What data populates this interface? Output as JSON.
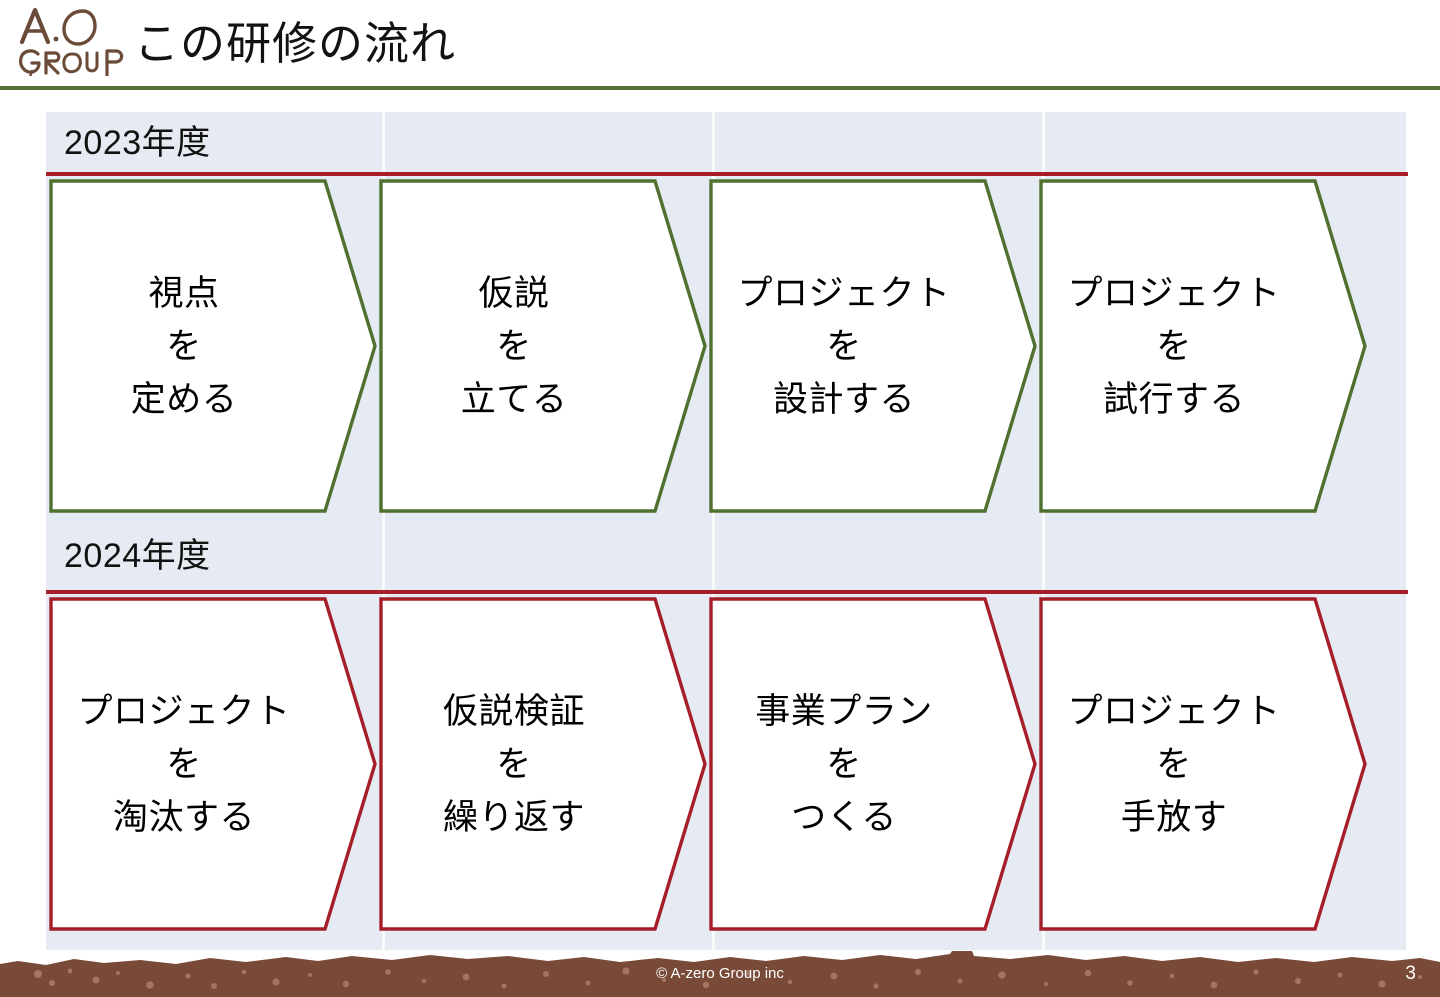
{
  "header": {
    "logo": {
      "line1": "A O",
      "line2": "GROUP",
      "color": "#6b4a38"
    },
    "title": "この研修の流れ",
    "rule_color": "#4f702f"
  },
  "panel": {
    "background": "#e6eaf3",
    "rows": [
      {
        "year_label": "2023年度",
        "accent": "#4f702f",
        "rule_color": "#a61e29",
        "steps": [
          {
            "lines": [
              "視点",
              "を",
              "定める"
            ]
          },
          {
            "lines": [
              "仮説",
              "を",
              "立てる"
            ]
          },
          {
            "lines": [
              "プロジェクト",
              "を",
              "設計する"
            ]
          },
          {
            "lines": [
              "プロジェクト",
              "を",
              "試行する"
            ]
          }
        ]
      },
      {
        "year_label": "2024年度",
        "accent": "#a61e29",
        "rule_color": "#a61e29",
        "steps": [
          {
            "lines": [
              "プロジェクト",
              "を",
              "淘汰する"
            ]
          },
          {
            "lines": [
              "仮説検証",
              "を",
              "繰り返す"
            ]
          },
          {
            "lines": [
              "事業プラン",
              "を",
              "つくる"
            ]
          },
          {
            "lines": [
              "プロジェクト",
              "を",
              "手放す"
            ]
          }
        ]
      }
    ]
  },
  "footer": {
    "copyright": "© A-zero Group inc",
    "page_number": "3",
    "band_color": "#7a4a38"
  }
}
